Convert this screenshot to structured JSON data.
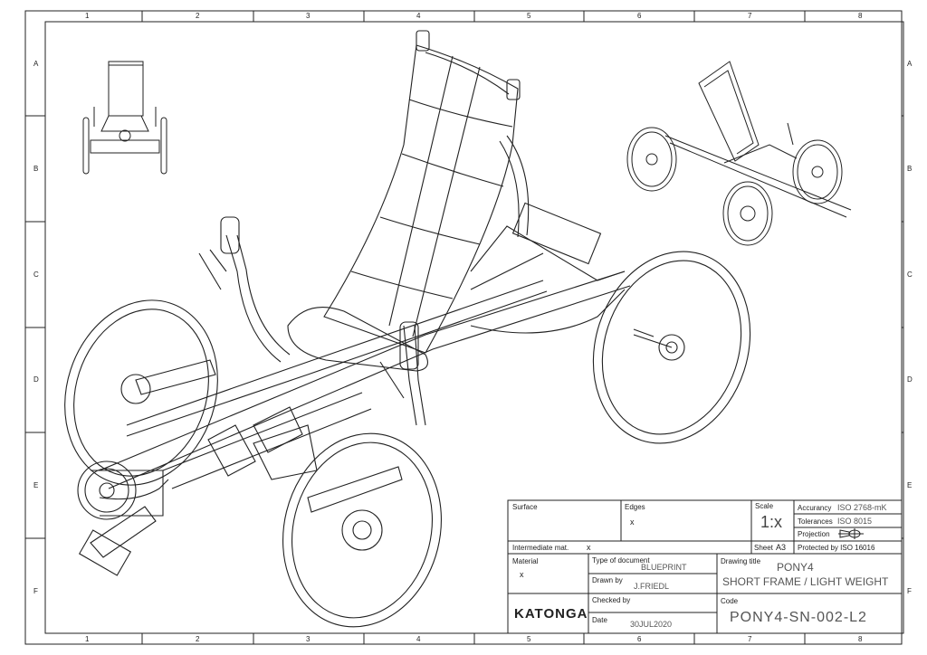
{
  "grid": {
    "columns": [
      "1",
      "2",
      "3",
      "4",
      "5",
      "6",
      "7",
      "8"
    ],
    "rows": [
      "A",
      "B",
      "C",
      "D",
      "E",
      "F"
    ]
  },
  "title_block": {
    "surface_label": "Surface",
    "edges_label": "Edges",
    "edges_value": "x",
    "scale_label": "Scale",
    "scale_value": "1:x",
    "accuracy_label": "Accurancy",
    "accuracy_value": "ISO 2768-mK",
    "tolerances_label": "Tolerances",
    "tolerances_value": "ISO 8015",
    "projection_label": "Projection",
    "intermediate_label": "Intermediate mat.",
    "intermediate_value": "x",
    "sheet_label": "Sheet",
    "sheet_value": "A3",
    "protected_label": "Protected by ISO 16016",
    "material_label": "Material",
    "material_value": "x",
    "doc_type_label": "Type of document",
    "doc_type_value": "BLUEPRINT",
    "drawn_by_label": "Drawn by",
    "drawn_by_value": "J.FRIEDL",
    "checked_by_label": "Checked by",
    "date_label": "Date",
    "date_value": "30JUL2020",
    "drawing_title_label": "Drawing title",
    "drawing_title_1": "PONY4",
    "drawing_title_2": "SHORT FRAME / LIGHT WEIGHT",
    "code_label": "Code",
    "code_value": "PONY4-SN-002-L2",
    "logo_text": "KATONGA"
  }
}
